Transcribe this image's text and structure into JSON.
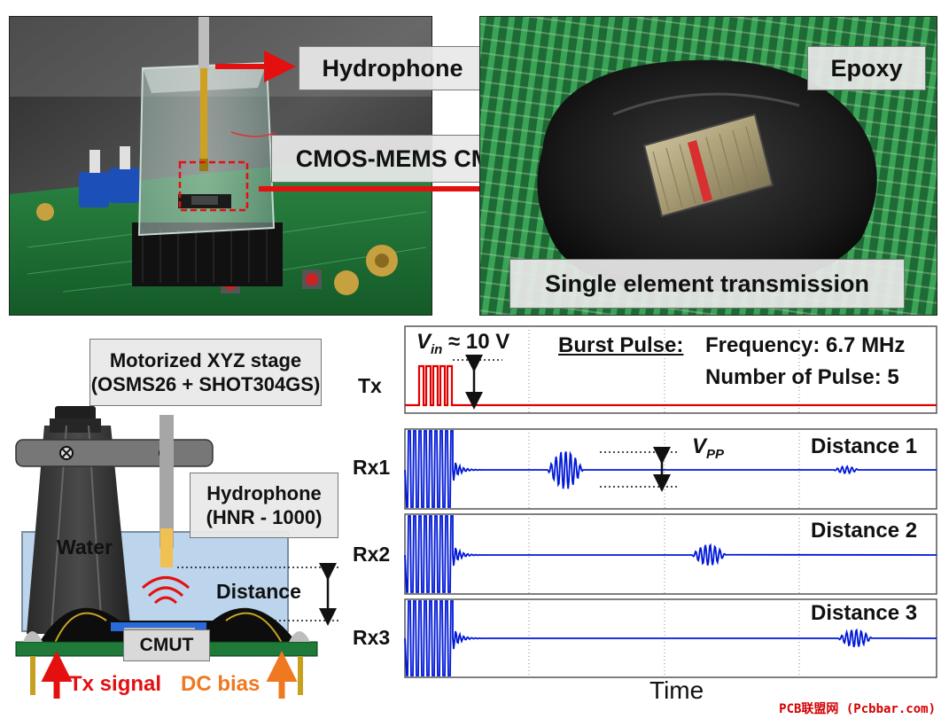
{
  "photo_left": {
    "hydrophone_label": "Hydrophone",
    "cmut_label": "CMOS-MEMS CMUT"
  },
  "photo_right": {
    "epoxy_label": "Epoxy",
    "transmission_label": "Single element transmission"
  },
  "setup": {
    "stage_line1": "Motorized XYZ stage",
    "stage_line2": "(OSMS26 + SHOT304GS)",
    "hydrophone_line1": "Hydrophone",
    "hydrophone_line2": "(HNR - 1000)",
    "water_label": "Water",
    "distance_label": "Distance",
    "cmut_label": "CMUT",
    "tx_signal_label": "Tx signal",
    "dc_bias_label": "DC bias"
  },
  "waveforms": {
    "vin_symbol": "V",
    "vin_subscript": "in",
    "vin_value": "≈ 10 V",
    "burst_label": "Burst Pulse:",
    "frequency_label": "Frequency: 6.7 MHz",
    "pulses_label": "Number of Pulse: 5",
    "vpp_symbol": "V",
    "vpp_subscript": "PP",
    "time_label": "Time",
    "channels": [
      {
        "name": "Tx",
        "annotation": ""
      },
      {
        "name": "Rx1",
        "annotation": "Distance 1"
      },
      {
        "name": "Rx2",
        "annotation": "Distance 2"
      },
      {
        "name": "Rx3",
        "annotation": "Distance 3"
      }
    ]
  },
  "watermark": "PCB联盟网 (Pcbbar.com)",
  "colors": {
    "tx_trace": "#e00000",
    "rx_trace": "#0018d8",
    "arrow_red": "#e41010",
    "arrow_orange": "#f07820",
    "pcb_green": "#1f7a3a",
    "water_blue": "#bcd4ec"
  }
}
